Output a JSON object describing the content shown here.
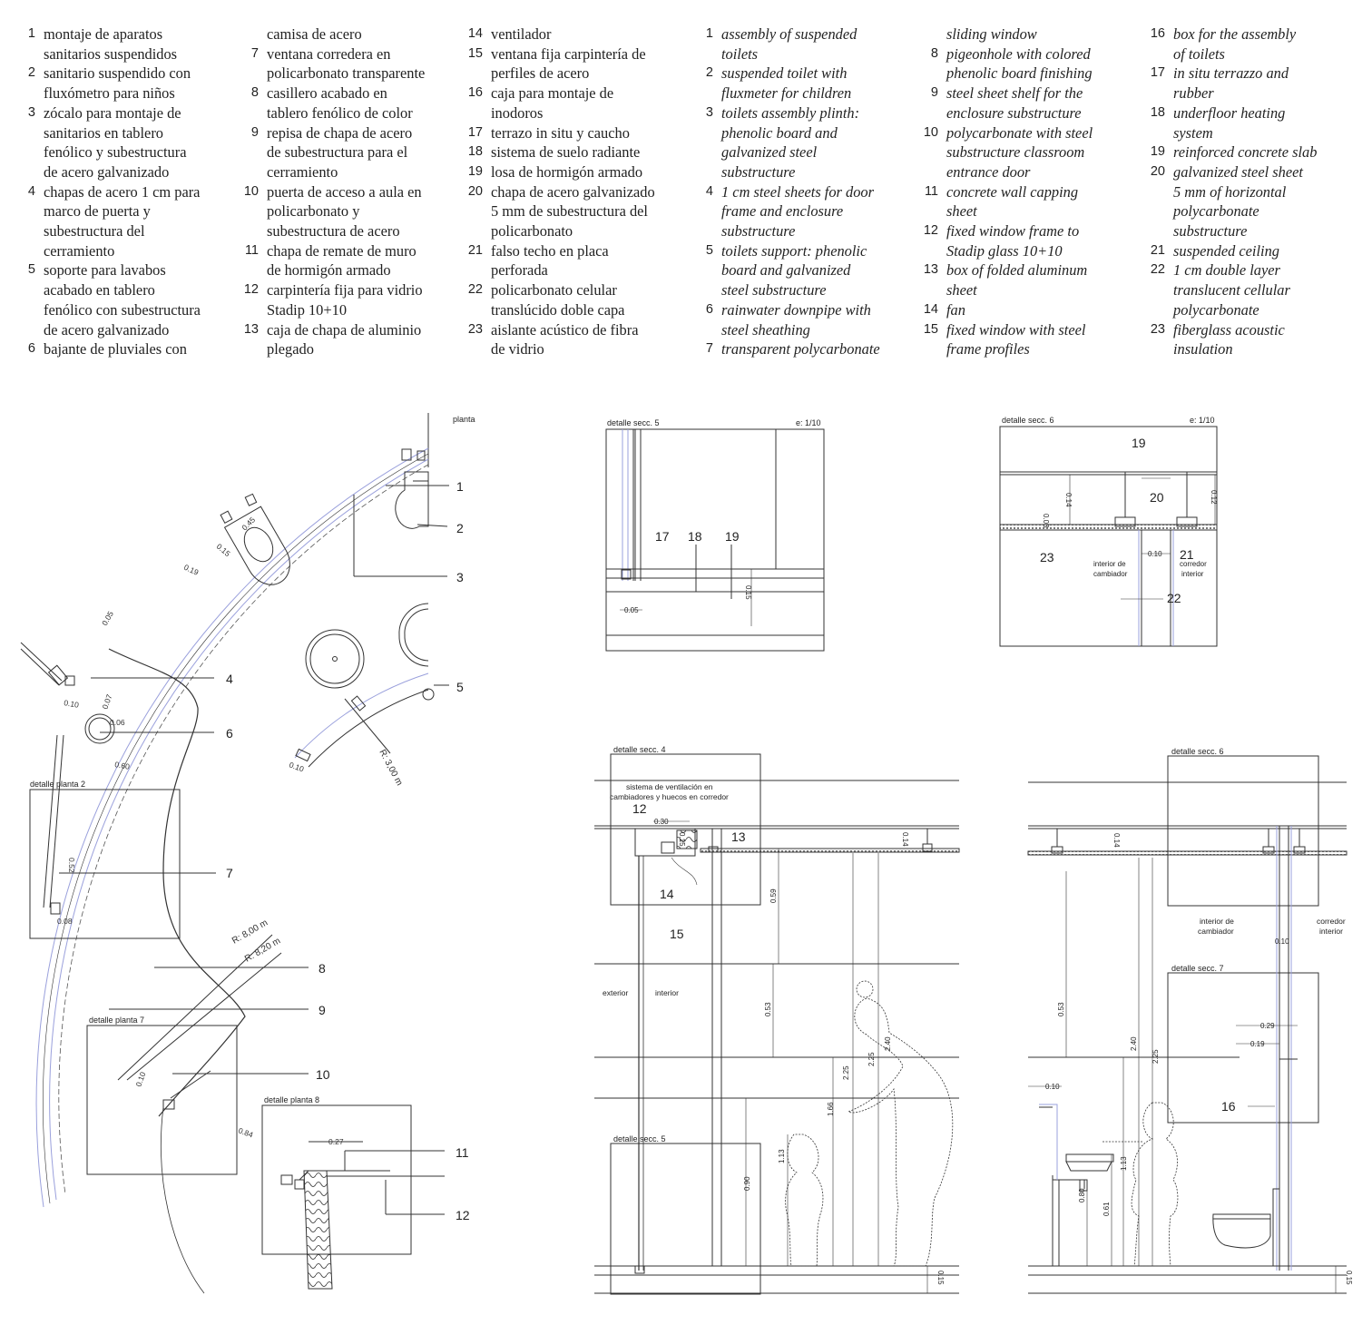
{
  "legend": {
    "spanish": [
      {
        "num": "1",
        "lines": [
          "montaje de aparatos",
          "sanitarios suspendidos"
        ]
      },
      {
        "num": "2",
        "lines": [
          "sanitario suspendido con",
          "fluxómetro para niños"
        ]
      },
      {
        "num": "3",
        "lines": [
          "zócalo para montaje de",
          "sanitarios en tablero",
          "fenólico y subestructura",
          "de acero galvanizado"
        ]
      },
      {
        "num": "4",
        "lines": [
          "chapas de acero 1 cm para",
          "marco de puerta y",
          "subestructura del",
          "cerramiento"
        ]
      },
      {
        "num": "5",
        "lines": [
          "soporte para lavabos",
          "acabado en tablero",
          "fenólico con subestructura",
          "de acero galvanizado"
        ]
      },
      {
        "num": "6",
        "lines": [
          "bajante de pluviales con",
          "camisa de acero"
        ]
      },
      {
        "num": "7",
        "lines": [
          "ventana corredera en",
          "policarbonato transparente"
        ]
      },
      {
        "num": "8",
        "lines": [
          "casillero acabado en",
          "tablero fenólico de color"
        ]
      },
      {
        "num": "9",
        "lines": [
          "repisa de chapa de acero",
          "de subestructura para el",
          "cerramiento"
        ]
      },
      {
        "num": "10",
        "lines": [
          "puerta de acceso a aula en",
          "policarbonato y",
          "subestructura de acero"
        ]
      },
      {
        "num": "11",
        "lines": [
          "chapa de remate de muro",
          "de hormigón armado"
        ]
      },
      {
        "num": "12",
        "lines": [
          "carpintería fija para vidrio",
          "Stadip 10+10"
        ]
      },
      {
        "num": "13",
        "lines": [
          "caja de chapa de aluminio",
          "plegado"
        ]
      },
      {
        "num": "14",
        "lines": [
          "ventilador"
        ]
      },
      {
        "num": "15",
        "lines": [
          "ventana fija carpintería de",
          "perfiles de acero"
        ]
      },
      {
        "num": "16",
        "lines": [
          "caja para montaje de",
          "inodoros"
        ]
      },
      {
        "num": "17",
        "lines": [
          "terrazo in situ y caucho"
        ]
      },
      {
        "num": "18",
        "lines": [
          "sistema de suelo radiante"
        ]
      },
      {
        "num": "19",
        "lines": [
          "losa de hormigón armado"
        ]
      },
      {
        "num": "20",
        "lines": [
          "chapa de acero galvanizado",
          "5 mm de subestructura del",
          "policarbonato"
        ]
      },
      {
        "num": "21",
        "lines": [
          "falso techo en placa",
          "perforada"
        ]
      },
      {
        "num": "22",
        "lines": [
          "policarbonato celular",
          "translúcido doble capa"
        ]
      },
      {
        "num": "23",
        "lines": [
          "aislante acústico de fibra",
          "de vidrio"
        ]
      }
    ],
    "english": [
      {
        "num": "1",
        "lines": [
          "assembly of suspended",
          "toilets"
        ]
      },
      {
        "num": "2",
        "lines": [
          "suspended toilet with",
          "fluxmeter for children"
        ]
      },
      {
        "num": "3",
        "lines": [
          "toilets assembly plinth:",
          "phenolic board and",
          "galvanized steel",
          "substructure"
        ]
      },
      {
        "num": "4",
        "lines": [
          "1 cm steel sheets for door",
          "frame and enclosure",
          "substructure"
        ]
      },
      {
        "num": "5",
        "lines": [
          "toilets support: phenolic",
          "board and galvanized",
          "steel substructure"
        ]
      },
      {
        "num": "6",
        "lines": [
          "rainwater downpipe with",
          "steel sheathing"
        ]
      },
      {
        "num": "7",
        "lines": [
          "transparent polycarbonate",
          "sliding window"
        ]
      },
      {
        "num": "8",
        "lines": [
          "pigeonhole with colored",
          "phenolic board finishing"
        ]
      },
      {
        "num": "9",
        "lines": [
          "steel sheet shelf for the",
          "enclosure substructure"
        ]
      },
      {
        "num": "10",
        "lines": [
          "polycarbonate with steel",
          "substructure classroom",
          "entrance door"
        ]
      },
      {
        "num": "11",
        "lines": [
          "concrete wall capping",
          "sheet"
        ]
      },
      {
        "num": "12",
        "lines": [
          "fixed window frame to",
          "Stadip glass 10+10"
        ]
      },
      {
        "num": "13",
        "lines": [
          "box of folded aluminum",
          "sheet"
        ]
      },
      {
        "num": "14",
        "lines": [
          "fan"
        ]
      },
      {
        "num": "15",
        "lines": [
          "fixed window with steel",
          "frame profiles"
        ]
      },
      {
        "num": "16",
        "lines": [
          "box for the assembly",
          "of toilets"
        ]
      },
      {
        "num": "17",
        "lines": [
          "in situ terrazzo and",
          "rubber"
        ]
      },
      {
        "num": "18",
        "lines": [
          "underfloor heating",
          "system"
        ]
      },
      {
        "num": "19",
        "lines": [
          "reinforced concrete slab"
        ]
      },
      {
        "num": "20",
        "lines": [
          "galvanized steel sheet",
          "5 mm of horizontal",
          "polycarbonate",
          "substructure"
        ]
      },
      {
        "num": "21",
        "lines": [
          "suspended ceiling"
        ]
      },
      {
        "num": "22",
        "lines": [
          "1 cm double layer",
          "translucent cellular",
          "polycarbonate"
        ]
      },
      {
        "num": "23",
        "lines": [
          "fiberglass acoustic",
          "insulation"
        ]
      }
    ]
  },
  "plan": {
    "title": "planta",
    "callouts": [
      "1",
      "2",
      "3",
      "4",
      "5",
      "6",
      "7",
      "8",
      "9",
      "10",
      "11",
      "12"
    ],
    "detail_boxes": [
      "detalle planta 2",
      "detalle planta 7",
      "detalle planta 8"
    ],
    "radii": [
      "R: 8,00 m",
      "R: 8,20 m",
      "R: 3,00 m"
    ],
    "dimensions": [
      "0.19",
      "0.15",
      "0.45",
      "0.05",
      "0.07",
      "0.10",
      "0.06",
      "0.60",
      "0.52",
      "0.08",
      "0.10",
      "0.84",
      "0.27",
      "0.10"
    ]
  },
  "detail_secc5": {
    "title": "detalle secc. 5",
    "scale": "e: 1/10",
    "labels": [
      "17",
      "18",
      "19"
    ],
    "dims": [
      "0.05",
      "0.15"
    ]
  },
  "detail_secc6": {
    "title": "detalle secc. 6",
    "scale": "e: 1/10",
    "labels": [
      "19",
      "20",
      "21",
      "22",
      "23"
    ],
    "rooms": [
      "interior de",
      "cambiador",
      "corredor",
      "interior"
    ],
    "dims": [
      "0.14",
      "0.12",
      "0.03",
      "0.10"
    ]
  },
  "section_left": {
    "detail_boxes": [
      "detalle secc. 4",
      "detalle secc. 5"
    ],
    "note": [
      "sistema de ventilación en",
      "cambiadores y huecos en corredor"
    ],
    "labels": [
      "12",
      "13",
      "14",
      "15"
    ],
    "sides": [
      "exterior",
      "interior"
    ],
    "dims": [
      "0.30",
      "0.15",
      "0.14",
      "0.59",
      "0.53",
      "2.40",
      "2.25",
      "2.25",
      "1.66",
      "0.90",
      "1.13",
      "0.15"
    ]
  },
  "section_right": {
    "detail_boxes": [
      "detalle secc. 6",
      "detalle secc. 7"
    ],
    "rooms": [
      "interior de",
      "cambiador",
      "corredor",
      "interior"
    ],
    "labels": [
      "16"
    ],
    "dims": [
      "0.14",
      "0.10",
      "0.53",
      "2.40",
      "2.25",
      "0.29",
      "0.19",
      "0.10",
      "1.13",
      "0.80",
      "0.61",
      "0.15"
    ]
  }
}
